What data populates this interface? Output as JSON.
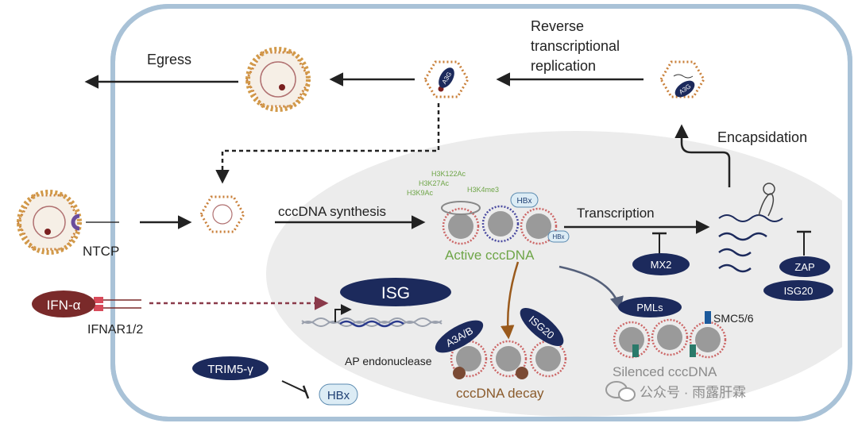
{
  "labels": {
    "egress": "Egress",
    "reverse_line1": "Reverse",
    "reverse_line2": "transcriptional",
    "reverse_line3": "replication",
    "encapsidation": "Encapsidation",
    "ntcp": "NTCP",
    "cccdna_synthesis": "cccDNA synthesis",
    "transcription": "Transcription",
    "active_cccdna": "Active cccDNA",
    "silenced_cccdna": "Silenced cccDNA",
    "cccdna_decay": "cccDNA decay",
    "ap_endonuclease": "AP endonuclease",
    "ifnar": "IFNAR1/2",
    "h3k122ac": "H3K122Ac",
    "h3k27ac": "H3K27Ac",
    "h3k9ac": "H3K9Ac",
    "h3k4me3": "H3K4me3",
    "smc56": "SMC5/6"
  },
  "factors": {
    "a3g_top": "A3G",
    "a3g_right": "A3G",
    "mx2": "MX2",
    "zap": "ZAP",
    "isg20_right": "ISG20",
    "isg": "ISG",
    "pmls": "PMLs",
    "a3a_b": "A3A/B",
    "isg20_decay": "ISG20",
    "trim5": "TRIM5-γ",
    "ifn_alpha": "IFN-α",
    "hbx_top": "HBx",
    "hbx_small": "HBx",
    "hbx_bottom": "HBx"
  },
  "watermark": "公众号 · 雨露肝霖",
  "colors": {
    "navy": "#1c2a5c",
    "cell_border": "#a9c2d7",
    "nucleus": "#ececec",
    "green_text": "#6ea547",
    "brown_text": "#8a5a2b",
    "ifn_red": "#7a2a2a",
    "capsid_orange": "#d08a3a",
    "hbx_fill": "#dcecf5"
  }
}
